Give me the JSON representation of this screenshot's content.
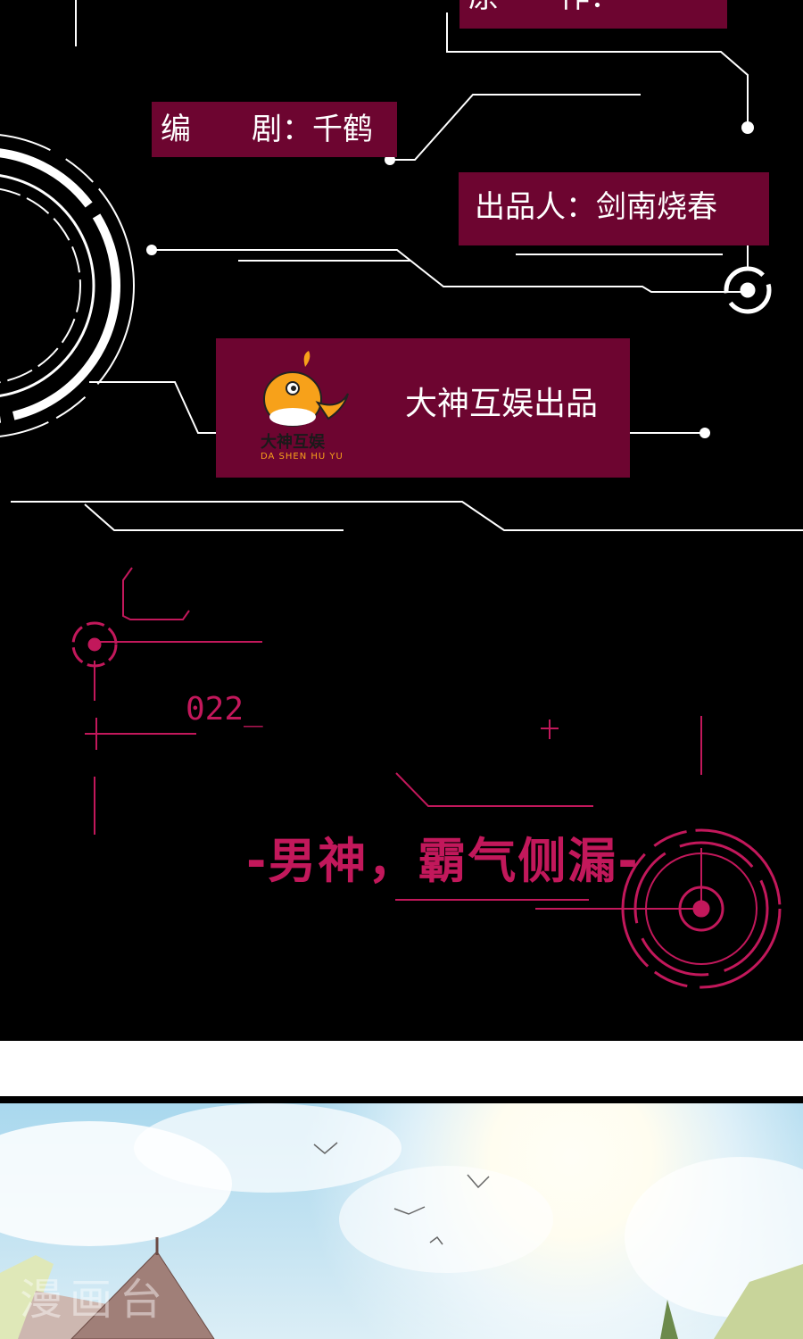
{
  "credits": {
    "original_author": "原　　作：",
    "screenwriter": "编　　剧：千鹤",
    "producer": "出品人：剑南烧春"
  },
  "publisher": {
    "logo_text": "大神互娱",
    "logo_subtext": "DA SHEN HU YU",
    "label": "大神互娱出品"
  },
  "chapter": {
    "number": "022_",
    "title": "-男神，霸气侧漏-"
  },
  "watermark": "漫画台",
  "colors": {
    "credit_box": "#6d0530",
    "accent_pink": "#c2185b",
    "background": "#000000"
  }
}
